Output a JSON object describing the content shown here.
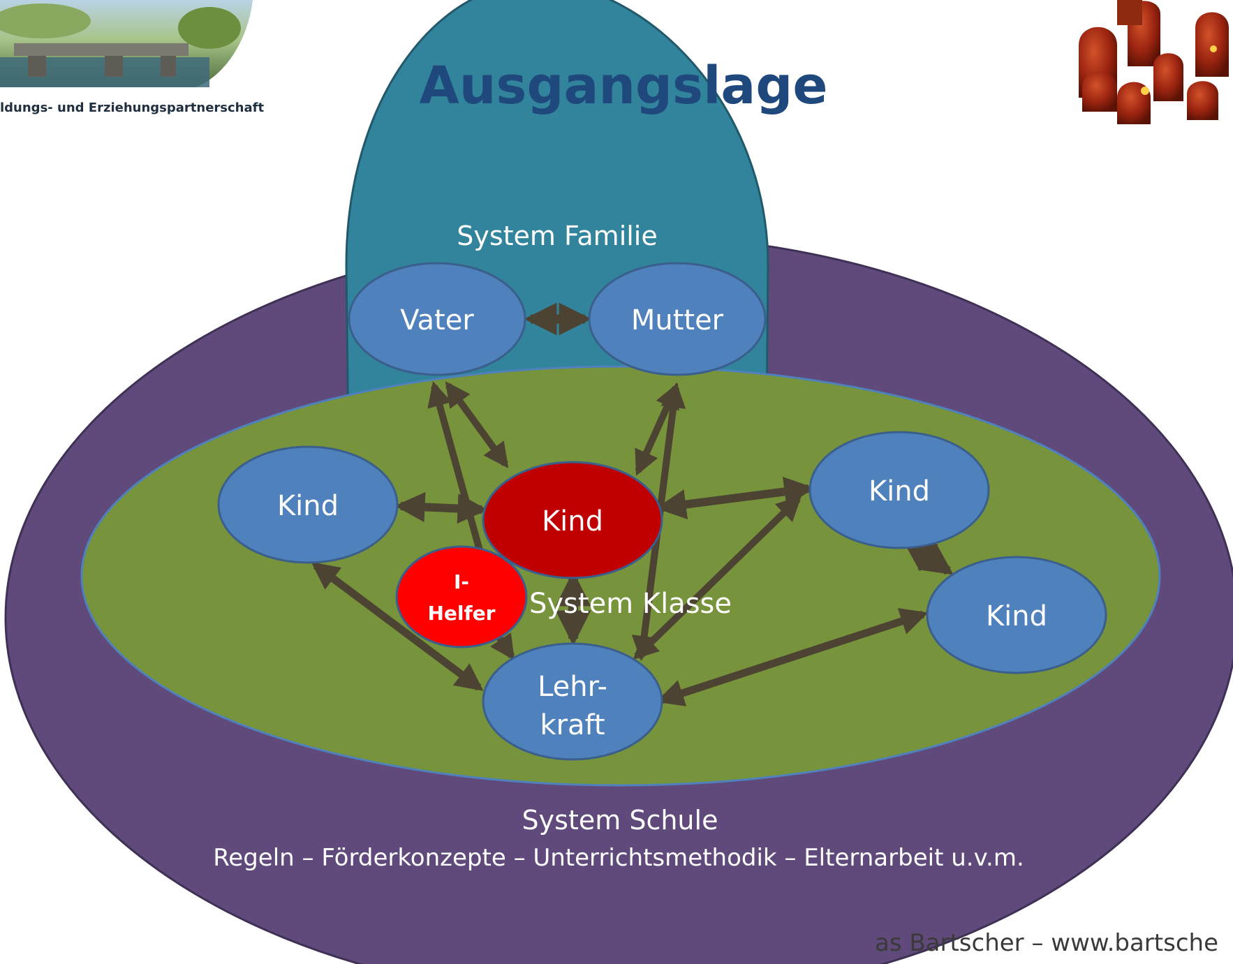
{
  "logo": {
    "caption": "ldungs- und Erziehungspartnerschaft"
  },
  "title": "Ausgangslage",
  "systems": {
    "familie": "System Familie",
    "klasse": "System Klasse",
    "schule": "System Schule",
    "schule_subtitle": "Regeln – Förderkonzepte – Unterrichtsmethodik – Elternarbeit u.v.m."
  },
  "nodes": {
    "vater": "Vater",
    "mutter": "Mutter",
    "kind_left": "Kind",
    "kind_center": "Kind",
    "kind_right_top": "Kind",
    "kind_right_bottom": "Kind",
    "i_helfer_line1": "I-",
    "i_helfer_line2": "Helfer",
    "lehrkraft_line1": "Lehr-",
    "lehrkraft_line2": "kraft"
  },
  "footer": "as Bartscher – www.bartsche",
  "colors": {
    "schule": "#604a7b",
    "familie": "#31849b",
    "klasse": "#77933c",
    "node": "#4f81bd",
    "kind_center": "#c00000",
    "i_helfer": "#ff0000",
    "arrow": "#4d4333",
    "title": "#1f497d"
  }
}
